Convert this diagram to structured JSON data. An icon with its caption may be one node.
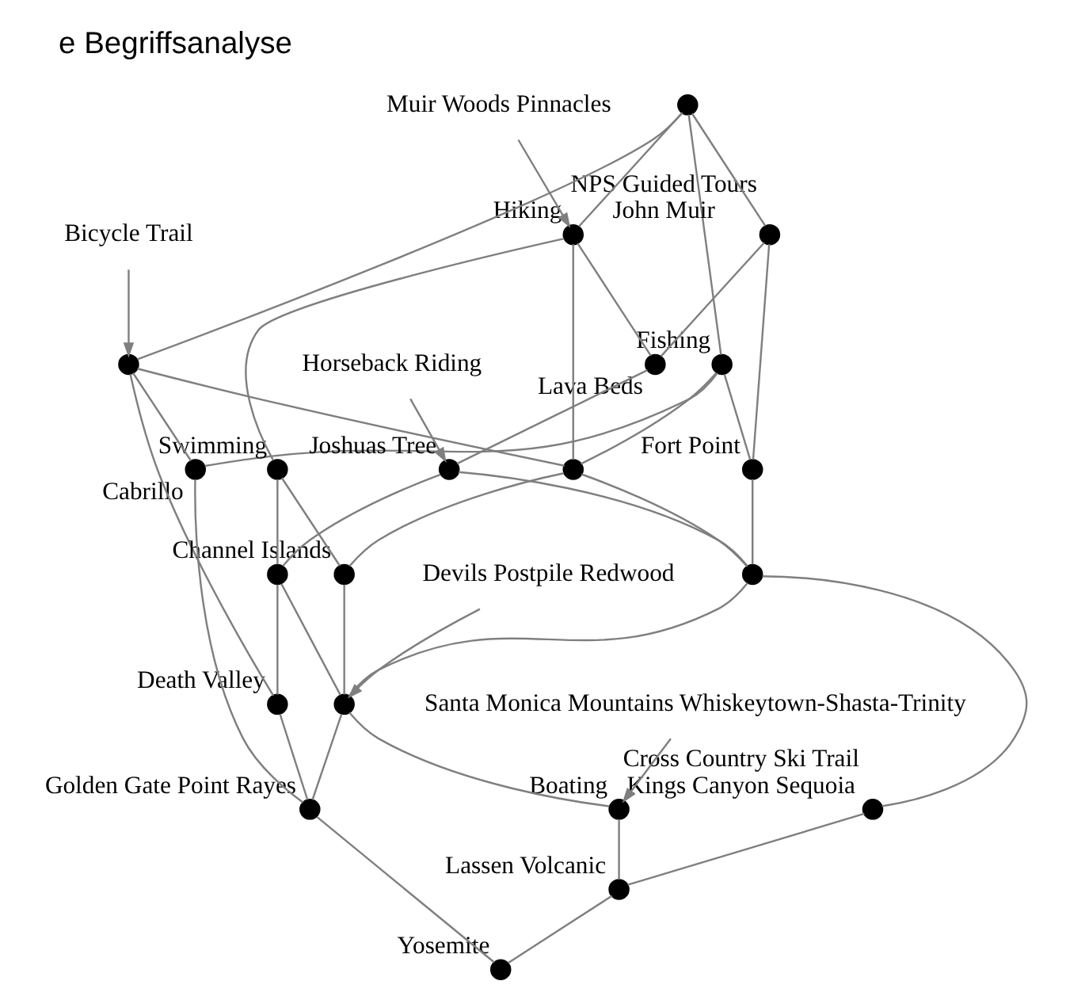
{
  "diagram": {
    "title": "e Begriffsanalyse",
    "nodes": [
      {
        "text": [],
        "shape": "circle"
      },
      {
        "text": [],
        "shape": "circle",
        "beside": [
          "Fishing"
        ]
      },
      {
        "text": [],
        "shape": "circle",
        "beside": [
          "NPS Guided Tours",
          "John Muir"
        ]
      },
      {
        "text": [],
        "shape": "circle",
        "beside": [
          "Hiking"
        ]
      },
      {
        "text": [],
        "shape": "circle"
      },
      {
        "text": [],
        "shape": "circle",
        "beside": [
          "Fort Point"
        ]
      },
      {
        "text": [],
        "shape": "circle"
      },
      {
        "text": [],
        "shape": "circle",
        "beside": [
          "Lava Beds"
        ]
      },
      {
        "text": [],
        "shape": "circle",
        "beside": [
          "Joshuas Tree"
        ]
      },
      {
        "text": [],
        "shape": "circle",
        "beside": [
          "Swimming"
        ]
      },
      {
        "text": [],
        "shape": "circle",
        "beside": [
          "Cabrillo"
        ]
      },
      {
        "text": [],
        "shape": "circle"
      },
      {
        "text": [],
        "shape": "circle",
        "beside": [
          "Channel Islands"
        ]
      },
      {
        "text": [],
        "shape": "circle"
      },
      {
        "text": [],
        "shape": "circle",
        "beside": [
          "Death Valley"
        ]
      },
      {
        "text": [],
        "shape": "circle",
        "beside": [
          "Cross Country Ski Trail",
          "Kings Canyon Sequoia"
        ]
      },
      {
        "text": [],
        "shape": "circle"
      },
      {
        "text": [],
        "shape": "circle",
        "beside": [
          "Boating"
        ]
      },
      {
        "text": [],
        "shape": "circle",
        "beside": [
          "Golden Gate Point Rayes"
        ]
      },
      {
        "text": [],
        "shape": "circle",
        "beside": [
          "Lassen Volcanic"
        ]
      },
      {
        "text": [],
        "shape": "circle",
        "beside": [
          "Yosemite"
        ]
      },
      {
        "text": [
          "Bicycle Trail"
        ]
      },
      {
        "text": [
          "Muir Woods Pinnacles"
        ]
      },
      {
        "text": [
          "Horseback Riding"
        ]
      },
      {
        "text": [
          "Devils Postpile Redwood"
        ]
      },
      {
        "text": [
          "Santa Monica Mountains Whiskeytown-Shasta-Trinity"
        ]
      }
    ],
    "edges": [
      {
        "from": 0,
        "to": 1,
        "arrow": "none"
      },
      {
        "from": 0,
        "to": 2,
        "arrow": "none"
      },
      {
        "from": 0,
        "to": 3,
        "arrow": "none"
      },
      {
        "from": 0,
        "to": 4,
        "arrow": "none"
      },
      {
        "from": 1,
        "to": 5,
        "arrow": "none"
      },
      {
        "from": 1,
        "to": 6,
        "arrow": "none"
      },
      {
        "from": 1,
        "to": 10,
        "arrow": "none"
      },
      {
        "from": 2,
        "to": 5,
        "arrow": "none"
      },
      {
        "from": 2,
        "to": 7,
        "arrow": "none"
      },
      {
        "from": 3,
        "to": 6,
        "arrow": "none"
      },
      {
        "from": 3,
        "to": 7,
        "arrow": "none"
      },
      {
        "from": 3,
        "to": 9,
        "arrow": "none"
      },
      {
        "from": 4,
        "to": 6,
        "arrow": "none"
      },
      {
        "from": 4,
        "to": 10,
        "arrow": "none"
      },
      {
        "from": 4,
        "to": 14,
        "arrow": "none"
      },
      {
        "from": 5,
        "to": 11,
        "arrow": "none"
      },
      {
        "from": 6,
        "to": 11,
        "arrow": "none"
      },
      {
        "from": 6,
        "to": 12,
        "arrow": "none"
      },
      {
        "from": 7,
        "to": 8,
        "arrow": "none"
      },
      {
        "from": 8,
        "to": 11,
        "arrow": "none"
      },
      {
        "from": 8,
        "to": 13,
        "arrow": "none"
      },
      {
        "from": 9,
        "to": 12,
        "arrow": "none"
      },
      {
        "from": 9,
        "to": 13,
        "arrow": "none"
      },
      {
        "from": 10,
        "to": 18,
        "arrow": "none"
      },
      {
        "from": 11,
        "to": 15,
        "arrow": "none"
      },
      {
        "from": 11,
        "to": 16,
        "arrow": "none"
      },
      {
        "from": 12,
        "to": 16,
        "arrow": "none"
      },
      {
        "from": 13,
        "to": 14,
        "arrow": "none"
      },
      {
        "from": 13,
        "to": 16,
        "arrow": "none"
      },
      {
        "from": 14,
        "to": 18,
        "arrow": "none"
      },
      {
        "from": 15,
        "to": 19,
        "arrow": "none"
      },
      {
        "from": 16,
        "to": 17,
        "arrow": "none"
      },
      {
        "from": 16,
        "to": 18,
        "arrow": "none"
      },
      {
        "from": 17,
        "to": 19,
        "arrow": "none"
      },
      {
        "from": 18,
        "to": 20,
        "arrow": "none"
      },
      {
        "from": 19,
        "to": 20,
        "arrow": "none"
      },
      {
        "from": 21,
        "to": 4,
        "arrow": "to"
      },
      {
        "from": 22,
        "to": 3,
        "arrow": "to"
      },
      {
        "from": 23,
        "to": 8,
        "arrow": "to"
      },
      {
        "from": 24,
        "to": 16,
        "arrow": "to"
      },
      {
        "from": 25,
        "to": 17,
        "arrow": "to"
      }
    ]
  }
}
